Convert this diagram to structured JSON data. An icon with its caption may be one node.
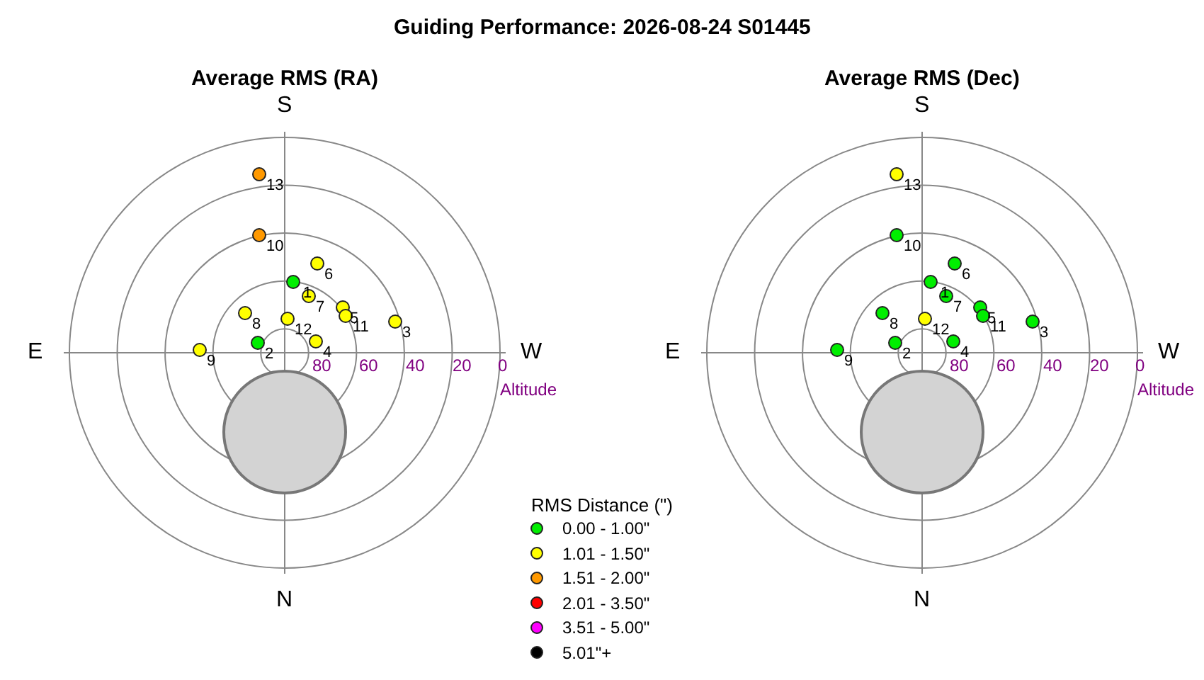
{
  "diagram": {
    "title": "Guiding Performance: 2026-08-24 S01445",
    "labels": [
      "Average RMS (RA)",
      "S",
      "E",
      "W",
      "N",
      "80",
      "60",
      "40",
      "20",
      "0",
      "Altitude",
      "13",
      "10",
      "6",
      "1",
      "7",
      "8",
      "5",
      "12",
      "11",
      "3",
      "9",
      "2",
      "4",
      "Average RMS (Dec)",
      "S",
      "E",
      "W",
      "N",
      "80",
      "60",
      "40",
      "20",
      "0",
      "Altitude",
      "13",
      "10",
      "6",
      "1",
      "7",
      "8",
      "5",
      "12",
      "11",
      "3",
      "9",
      "2",
      "4",
      "RMS Distance (\")"
    ],
    "legend": [
      {
        "text": "0.00 - 1.00\"",
        "color": "#00ee00"
      },
      {
        "text": "1.01 - 1.50\"",
        "color": "#ffff00"
      },
      {
        "text": "1.51 - 2.00\"",
        "color": "#ff9900"
      },
      {
        "text": "2.01 - 3.50\"",
        "color": "#ff0000"
      },
      {
        "text": "3.51 - 5.00\"",
        "color": "#ff00ff"
      },
      {
        "text": "5.01\"+",
        "color": "#000000"
      }
    ]
  }
}
